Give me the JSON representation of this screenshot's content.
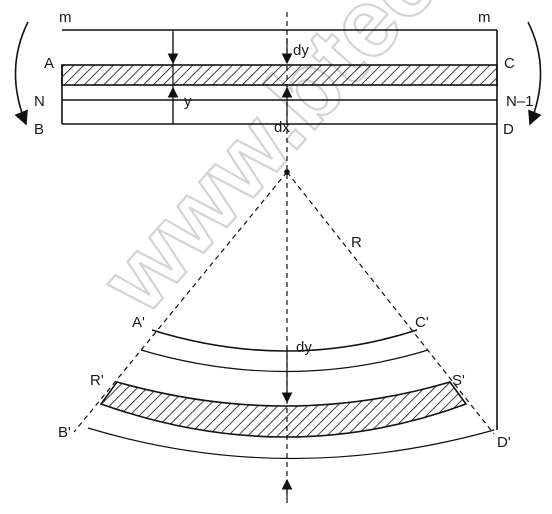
{
  "watermark": "www.btechnian",
  "labels": {
    "moment_left": "m",
    "moment_right": "m",
    "A": "A",
    "C": "C",
    "N": "N",
    "N1": "N–1",
    "B": "B",
    "D": "D",
    "y": "y",
    "dy_top": "dy",
    "dx": "dx",
    "R": "R",
    "A_prime": "A'",
    "C_prime": "C'",
    "dy_bottom": "dy",
    "R_prime": "R'",
    "S_prime": "S'",
    "B_prime": "B'",
    "D_prime": "D'"
  },
  "colors": {
    "ink": "#111111",
    "watermark": "#d4d4d4",
    "background": "#ffffff"
  }
}
